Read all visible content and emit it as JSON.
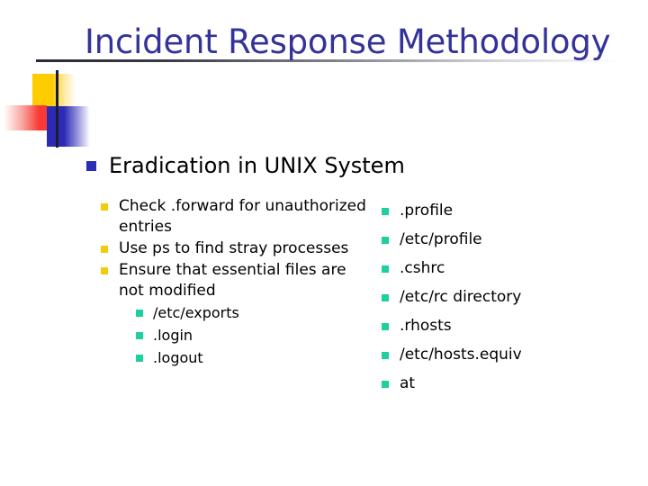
{
  "slide": {
    "title": "Incident Response Methodology",
    "heading": {
      "bullet_icon": "blue-square-bullet",
      "text": "Eradication in UNIX System"
    },
    "left_column": {
      "items": [
        {
          "bullet_icon": "gold-square-bullet",
          "text": "Check .forward for unauthorized entries"
        },
        {
          "bullet_icon": "gold-square-bullet",
          "text": "Use ps to find stray processes"
        },
        {
          "bullet_icon": "gold-square-bullet",
          "text": "Ensure that essential files are not modified"
        }
      ],
      "sub_items": [
        {
          "bullet_icon": "teal-square-bullet",
          "text": "/etc/exports"
        },
        {
          "bullet_icon": "teal-square-bullet",
          "text": ".login"
        },
        {
          "bullet_icon": "teal-square-bullet",
          "text": ".logout"
        }
      ]
    },
    "right_column": {
      "items": [
        {
          "bullet_icon": "teal-square-bullet",
          "text": ".profile"
        },
        {
          "bullet_icon": "teal-square-bullet",
          "text": "/etc/profile"
        },
        {
          "bullet_icon": "teal-square-bullet",
          "text": ".cshrc"
        },
        {
          "bullet_icon": "teal-square-bullet",
          "text": "/etc/rc directory"
        },
        {
          "bullet_icon": "teal-square-bullet",
          "text": ".rhosts"
        },
        {
          "bullet_icon": "teal-square-bullet",
          "text": "/etc/hosts.equiv"
        },
        {
          "bullet_icon": "teal-square-bullet",
          "text": "at"
        }
      ]
    },
    "colors": {
      "title": "#333399",
      "bullet_level1": "#2B2BB5",
      "bullet_level2": "#F2CC0C",
      "bullet_level3": "#1ECFA0",
      "body_text": "#000000",
      "background": "#FFFFFF",
      "deco_yellow": "#FFCC00",
      "deco_red": "#F93A34",
      "deco_blue": "#2B2BB5",
      "rule": "#2A2A36"
    }
  }
}
